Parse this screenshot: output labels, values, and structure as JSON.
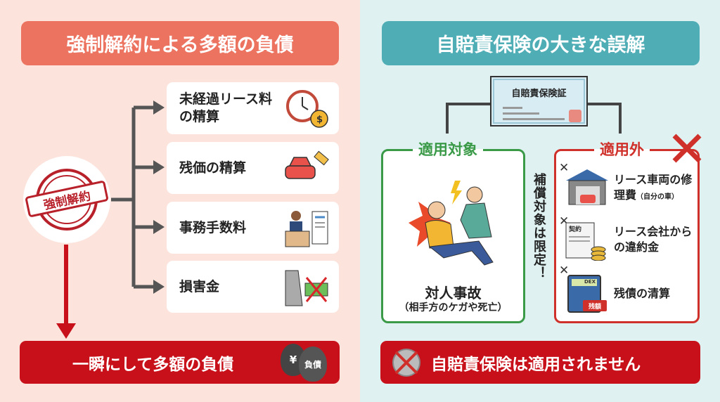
{
  "left": {
    "header": "強制解約による多額の負債",
    "stamp": "強制解約",
    "items": [
      {
        "label": "未経過リース料の精算",
        "icon": "clock-money-bag-icon"
      },
      {
        "label": "残価の精算",
        "icon": "car-price-tag-icon"
      },
      {
        "label": "事務手数料",
        "icon": "clerk-document-icon"
      },
      {
        "label": "損害金",
        "icon": "broken-wall-money-icon"
      }
    ],
    "bottom": "一瞬にして多額の負債",
    "bag_yen": "¥",
    "bag_label": "負債"
  },
  "right": {
    "header": "自賠責保険の大きな誤解",
    "certificate": "自賠責保険証",
    "covered": {
      "title": "適用対象",
      "label": "対人事故",
      "sub": "（相手方のケガや死亡）"
    },
    "vertical_note": "補償対象は限定！",
    "excluded": {
      "title": "適用外",
      "items": [
        {
          "label": "リース車両の修理費",
          "small": "（自分の車）"
        },
        {
          "label": "リース会社からの違約金",
          "doc": "契約"
        },
        {
          "label": "残債の清算",
          "calc": "DEX",
          "tag": "残額"
        }
      ]
    },
    "bottom": "自賠責保険は適用されません"
  },
  "colors": {
    "left_header": "#ec7360",
    "right_header": "#4fadb5",
    "alert_red": "#c8101a",
    "green": "#3a9a48"
  }
}
